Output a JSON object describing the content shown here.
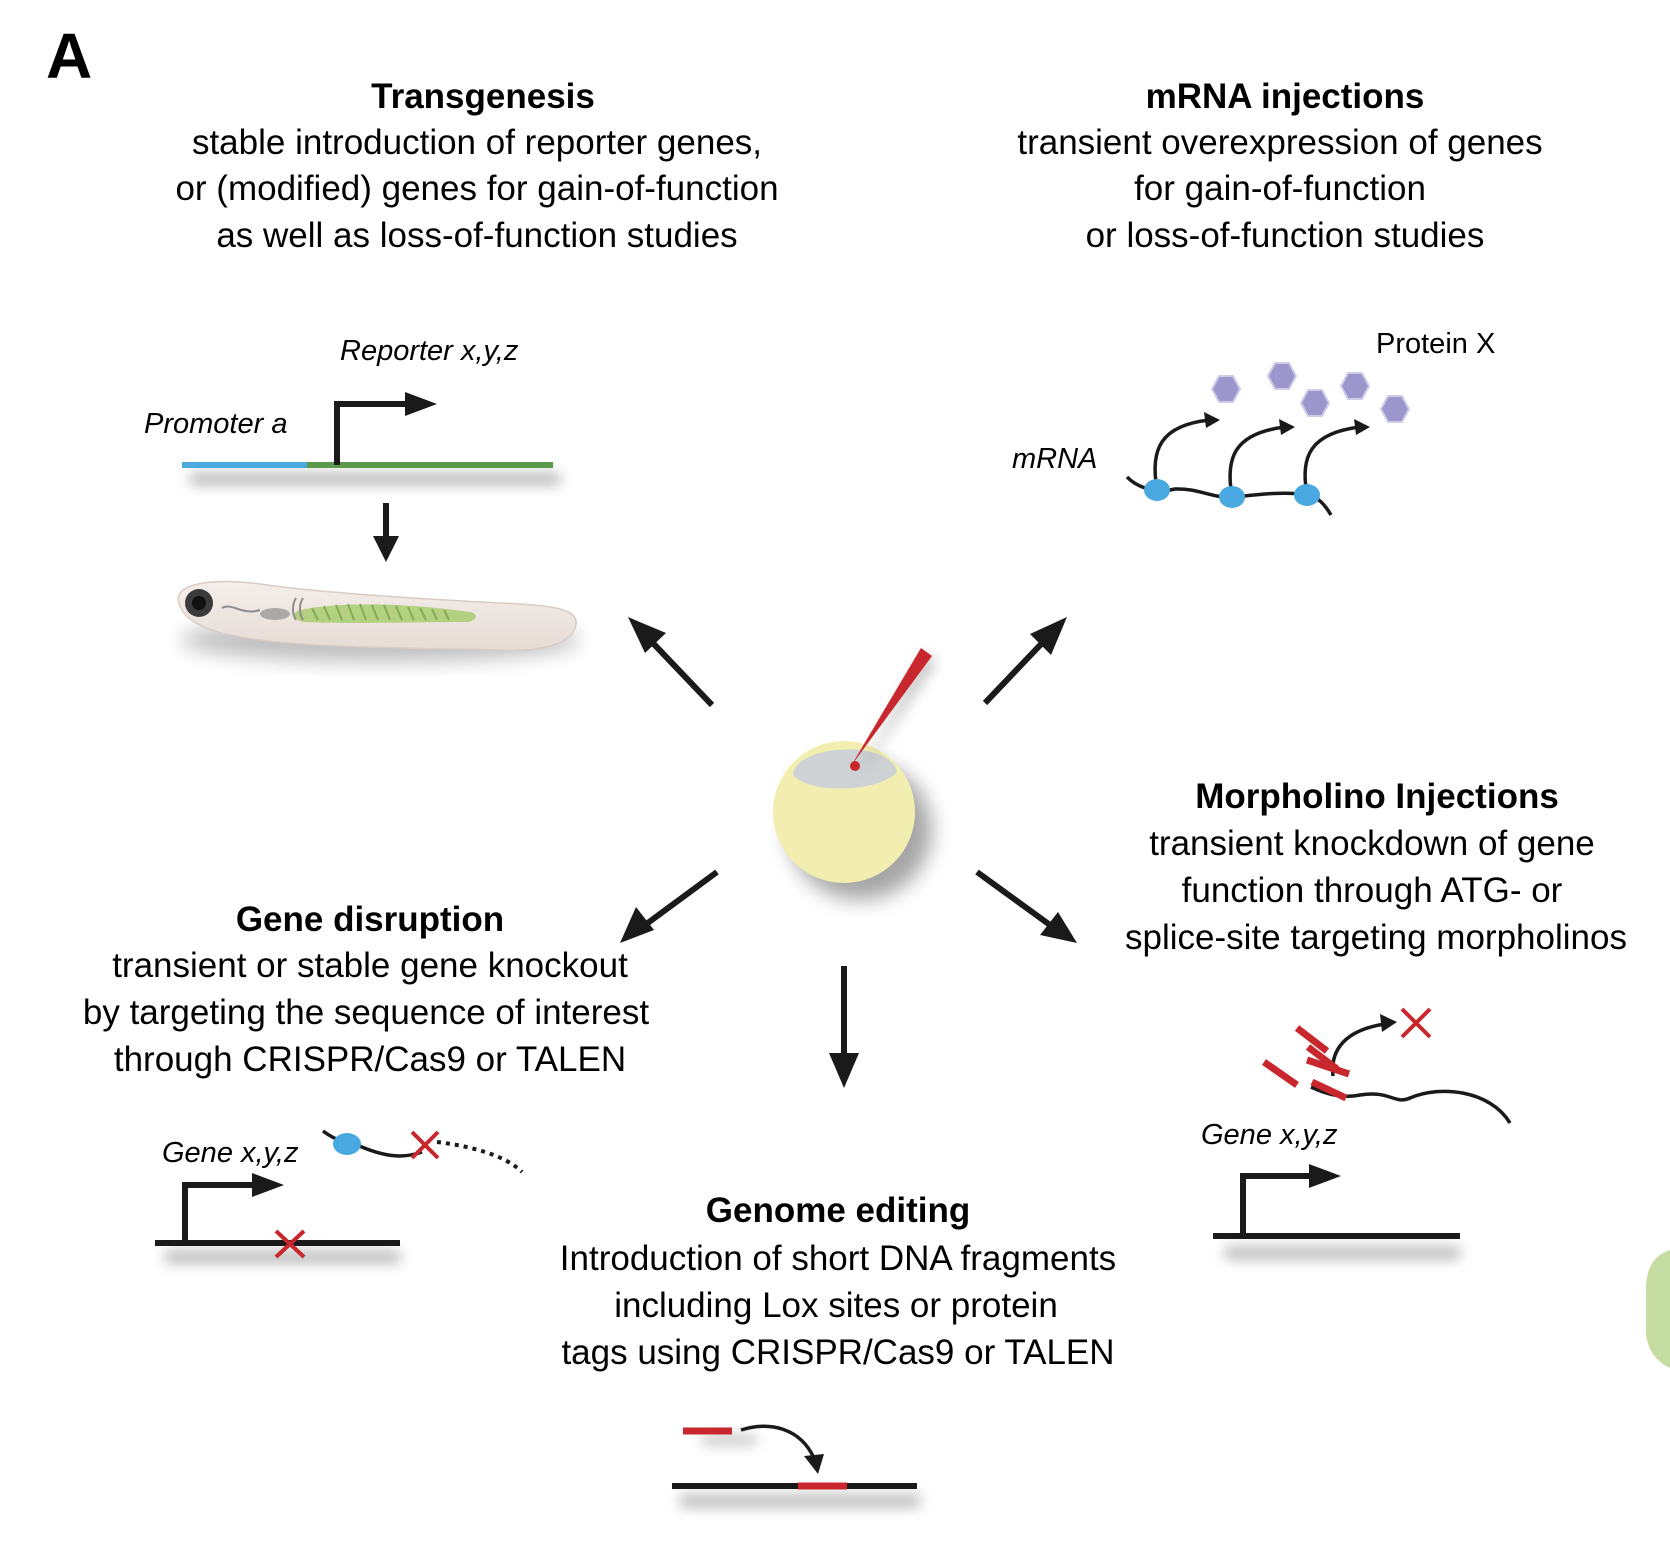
{
  "panel": {
    "letter": "A"
  },
  "sections": {
    "transgenesis": {
      "title": "Transgenesis",
      "lines": [
        "stable introduction of reporter genes,",
        "or (modified) genes for gain-of-function",
        "as well as loss-of-function studies"
      ],
      "reporter_label": "Reporter x,y,z",
      "promoter_label": "Promoter a"
    },
    "mrna": {
      "title": "mRNA injections",
      "lines": [
        "transient overexpression of genes",
        "for gain-of-function",
        "or loss-of-function studies"
      ],
      "mrna_label": "mRNA",
      "protein_label": "Protein X"
    },
    "morpholino": {
      "title": "Morpholino Injections",
      "lines": [
        "transient knockdown of gene",
        "function through ATG- or",
        "splice-site targeting morpholinos"
      ],
      "gene_label": "Gene x,y,z"
    },
    "disruption": {
      "title": "Gene disruption",
      "lines": [
        "transient or stable gene knockout",
        "by targeting the sequence of interest",
        "through CRISPR/Cas9 or TALEN"
      ],
      "gene_label": "Gene x,y,z"
    },
    "editing": {
      "title": "Genome editing",
      "lines": [
        "Introduction of short DNA fragments",
        "including Lox sites or protein",
        "tags using CRISPR/Cas9 or TALEN"
      ]
    }
  },
  "colors": {
    "promoter_blue": "#4ba9de",
    "gene_green": "#5a9a4a",
    "dna_black": "#1a1a1a",
    "mark_red": "#c8282d",
    "protein_purple": "#9b97cc",
    "ribosome_blue": "#4aa8e0",
    "yolk_yellow": "#f2eeb0",
    "cell_grey": "#cfd2d4"
  },
  "icons": [
    "injection-needle-icon",
    "zebrafish-embryo-icon",
    "zebrafish-larva-icon",
    "ribosome-icon",
    "protein-hexagon-icon",
    "red-x-icon"
  ]
}
